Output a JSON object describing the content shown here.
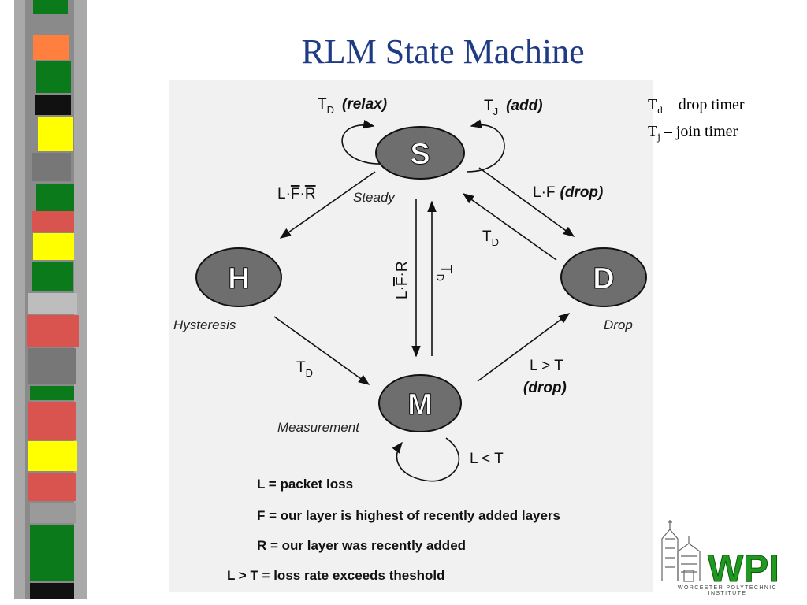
{
  "slide": {
    "title": "RLM State Machine"
  },
  "notes": {
    "td_main": "T",
    "td_sub": "d",
    "td_text": " – drop timer",
    "tj_main": "T",
    "tj_sub": "j",
    "tj_text": " – join timer"
  },
  "diagram": {
    "states": [
      {
        "letter": "S",
        "name": "Steady"
      },
      {
        "letter": "H",
        "name": "Hysteresis"
      },
      {
        "letter": "D",
        "name": "Drop"
      },
      {
        "letter": "M",
        "name": "Measurement"
      }
    ],
    "labels": {
      "td": "T",
      "td_sub": "D",
      "relax": "(relax)",
      "tj": "T",
      "tj_sub": "J",
      "add": "(add)",
      "s_to_h_prefix": "L·",
      "s_to_h_f": "F",
      "s_to_h_mid": "·",
      "s_to_h_r": "R",
      "s_to_d": "L·F",
      "drop": "(drop)",
      "d_to_s_main": "T",
      "d_to_s_sub": "D",
      "s_to_m_prefix": "L·",
      "s_to_m_f": "F",
      "s_to_m_suffix": "·R",
      "m_to_s_main": "T",
      "m_to_s_sub": "D",
      "h_to_m_main": "T",
      "h_to_m_sub": "D",
      "m_to_d": "L > T",
      "m_to_d_note": "(drop)",
      "m_self": "L < T"
    },
    "legend": [
      "L = packet loss",
      "F = our layer is highest of recently added layers",
      "R = our layer was recently added",
      "L > T = loss rate exceeds theshold"
    ]
  },
  "logo": {
    "text": "WPI",
    "tagline": "WORCESTER POLYTECHNIC INSTITUTE"
  },
  "colors": {
    "title": "#1f3b86",
    "state_fill": "#6e6e6e",
    "logo_green": "#1f9a1f",
    "stripe_green": "#0a7a1a",
    "stripe_orange": "#ff7f3f",
    "stripe_yellow": "#ffff00",
    "stripe_red": "#d9534f"
  }
}
